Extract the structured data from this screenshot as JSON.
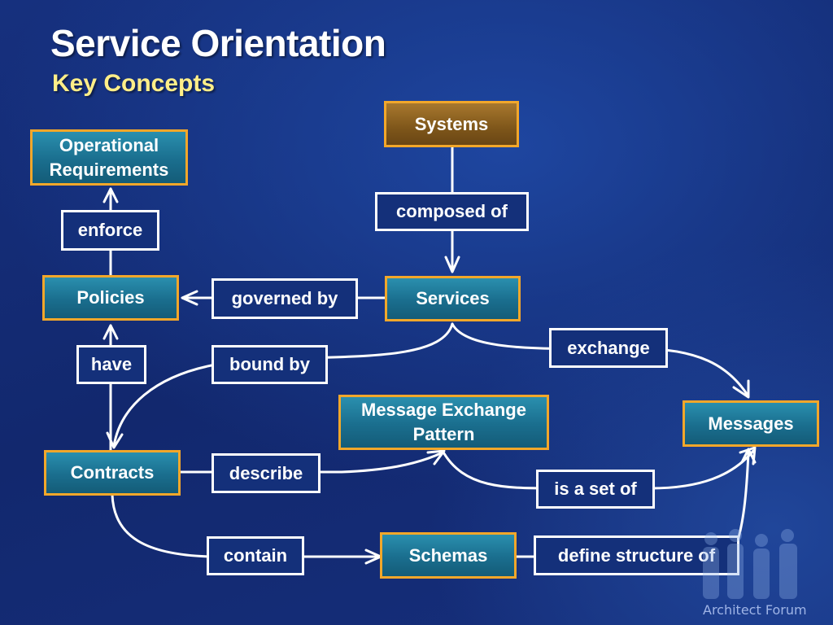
{
  "slide": {
    "title": "Service Orientation",
    "subtitle": "Key Concepts"
  },
  "nodes": {
    "systems": "Systems",
    "operational_requirements": "Operational Requirements",
    "policies": "Policies",
    "services": "Services",
    "contracts": "Contracts",
    "message_exchange_pattern": "Message Exchange Pattern",
    "messages": "Messages",
    "schemas": "Schemas"
  },
  "relations": {
    "composed_of": "composed of",
    "enforce": "enforce",
    "governed_by": "governed by",
    "have": "have",
    "bound_by": "bound by",
    "exchange": "exchange",
    "describe": "describe",
    "is_a_set_of": "is a set of",
    "contain": "contain",
    "define_structure_of": "define structure of"
  },
  "branding": {
    "name": "Architect Forum"
  },
  "colors": {
    "node_border": "#f2a72a",
    "node_fill": "#1a6e8e",
    "systems_fill": "#7e561a",
    "label_border": "#ffffff",
    "subtitle": "#ffee88"
  }
}
